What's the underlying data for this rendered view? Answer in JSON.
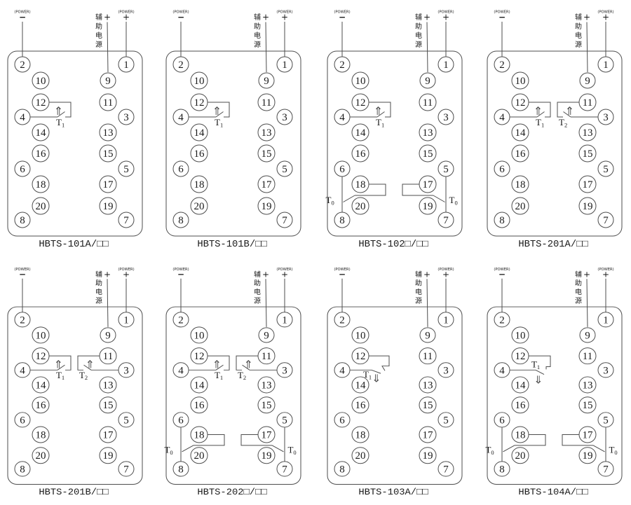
{
  "figure": {
    "background": "#ffffff",
    "line_color": "#4d4d4d",
    "text_color": "#1a1a1a"
  },
  "icons": {
    "delay_up": "⇑",
    "delay_down": "⇓"
  },
  "shared": {
    "power_left": {
      "caption": "(POWER)",
      "sign": "−"
    },
    "power_right": {
      "caption": "(POWER)",
      "sign": "+"
    },
    "aux_power": {
      "caption_vertical": [
        "辅",
        "助",
        "电",
        "源"
      ],
      "sign": "+"
    },
    "terminals": {
      "left_outer": [
        "2",
        "4",
        "6",
        "8"
      ],
      "left_inner": [
        "10",
        "12",
        "14",
        "16",
        "18",
        "20"
      ],
      "right_inner": [
        "9",
        "11",
        "13",
        "15",
        "17",
        "19"
      ],
      "right_outer": [
        "1",
        "3",
        "5",
        "7"
      ]
    }
  },
  "panels": [
    {
      "id": "hbts-101a",
      "label": "HBTS-101A/□□",
      "contacts": [
        {
          "name": "T1",
          "main": "T",
          "sub": "1",
          "type": "no-left"
        }
      ]
    },
    {
      "id": "hbts-101b",
      "label": "HBTS-101B/□□",
      "contacts": [
        {
          "name": "T1",
          "main": "T",
          "sub": "1",
          "type": "no-left"
        }
      ]
    },
    {
      "id": "hbts-102",
      "label": "HBTS-102□/□□",
      "contacts": [
        {
          "name": "T1",
          "main": "T",
          "sub": "1",
          "type": "no-left"
        },
        {
          "name": "T0",
          "main": "T",
          "sub": "0",
          "type": "t0-left"
        },
        {
          "name": "T0",
          "main": "T",
          "sub": "0",
          "type": "t0-right"
        }
      ]
    },
    {
      "id": "hbts-201a",
      "label": "HBTS-201A/□□",
      "contacts": [
        {
          "name": "T1",
          "main": "T",
          "sub": "1",
          "type": "no-left"
        },
        {
          "name": "T2",
          "main": "T",
          "sub": "2",
          "type": "no-right"
        }
      ]
    },
    {
      "id": "hbts-201b",
      "label": "HBTS-201B/□□",
      "contacts": [
        {
          "name": "T1",
          "main": "T",
          "sub": "1",
          "type": "no-left"
        },
        {
          "name": "T2",
          "main": "T",
          "sub": "2",
          "type": "no-right"
        }
      ]
    },
    {
      "id": "hbts-202",
      "label": "HBTS-202□/□□",
      "contacts": [
        {
          "name": "T1",
          "main": "T",
          "sub": "1",
          "type": "no-left"
        },
        {
          "name": "T2",
          "main": "T",
          "sub": "2",
          "type": "no-right"
        },
        {
          "name": "T0",
          "main": "T",
          "sub": "0",
          "type": "t0-left"
        },
        {
          "name": "T0",
          "main": "T",
          "sub": "0",
          "type": "t0-right"
        }
      ]
    },
    {
      "id": "hbts-103a",
      "label": "HBTS-103A/□□",
      "contacts": [
        {
          "name": "T1",
          "main": "T",
          "sub": "1",
          "type": "nc-left"
        }
      ]
    },
    {
      "id": "hbts-104a",
      "label": "HBTS-104A/□□",
      "contacts": [
        {
          "name": "T1",
          "main": "T",
          "sub": "1",
          "type": "nc-left-raised"
        },
        {
          "name": "T0",
          "main": "T",
          "sub": "0",
          "type": "t0-left"
        },
        {
          "name": "T0",
          "main": "T",
          "sub": "0",
          "type": "t0-right"
        }
      ]
    }
  ]
}
